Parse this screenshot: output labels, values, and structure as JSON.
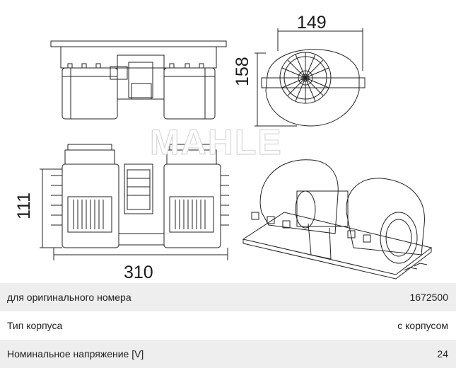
{
  "drawing": {
    "dimensions": {
      "width_top": "149",
      "height_side": "158",
      "depth": "111",
      "length": "310"
    },
    "watermark": "MAHLE"
  },
  "specs": [
    {
      "label": "для оригинального номера",
      "value": "1672500"
    },
    {
      "label": "Тип корпуса",
      "value": "с корпусом"
    },
    {
      "label": "Номинальное напряжение [V]",
      "value": "24"
    }
  ],
  "colors": {
    "row_shade": "#eeeeee",
    "line": "#222222"
  }
}
